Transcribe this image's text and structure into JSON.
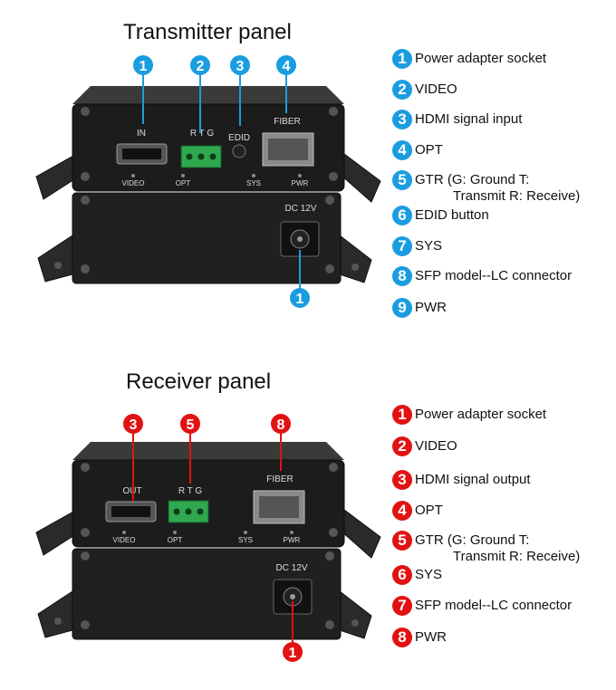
{
  "transmitter": {
    "title": "Transmitter panel",
    "port_labels": {
      "in": "IN",
      "rtg": "R T G",
      "edid": "EDID",
      "fiber": "FIBER",
      "dc": "DC 12V",
      "video": "VIDEO",
      "opt": "OPT",
      "sys": "SYS",
      "pwr": "PWR"
    },
    "callouts": [
      "1",
      "2",
      "3",
      "4",
      "1"
    ],
    "legend": [
      {
        "num": "1",
        "text": "Power adapter socket"
      },
      {
        "num": "2",
        "text": "VIDEO"
      },
      {
        "num": "3",
        "text": "HDMI signal input"
      },
      {
        "num": "4",
        "text": "OPT"
      },
      {
        "num": "5",
        "text": "GTR (G: Ground T:",
        "text2": "Transmit R: Receive)"
      },
      {
        "num": "6",
        "text": "EDID button"
      },
      {
        "num": "7",
        "text": "SYS"
      },
      {
        "num": "8",
        "text": "SFP model--LC connector"
      },
      {
        "num": "9",
        "text": "PWR"
      }
    ]
  },
  "receiver": {
    "title": "Receiver panel",
    "port_labels": {
      "out": "OUT",
      "rtg": "R T G",
      "fiber": "FIBER",
      "dc": "DC 12V",
      "video": "VIDEO",
      "opt": "OPT",
      "sys": "SYS",
      "pwr": "PWR"
    },
    "callouts": [
      "3",
      "5",
      "8",
      "1"
    ],
    "legend": [
      {
        "num": "1",
        "text": "Power adapter socket"
      },
      {
        "num": "2",
        "text": "VIDEO"
      },
      {
        "num": "3",
        "text": "HDMI signal output"
      },
      {
        "num": "4",
        "text": "OPT"
      },
      {
        "num": "5",
        "text": "GTR (G: Ground T:",
        "text2": "Transmit R: Receive)"
      },
      {
        "num": "6",
        "text": "SYS"
      },
      {
        "num": "7",
        "text": "SFP model--LC connector"
      },
      {
        "num": "8",
        "text": "PWR"
      }
    ]
  },
  "colors": {
    "transmitter_badge": "#1a9de0",
    "receiver_badge": "#e21212",
    "device_body": "#1c1c1c"
  }
}
